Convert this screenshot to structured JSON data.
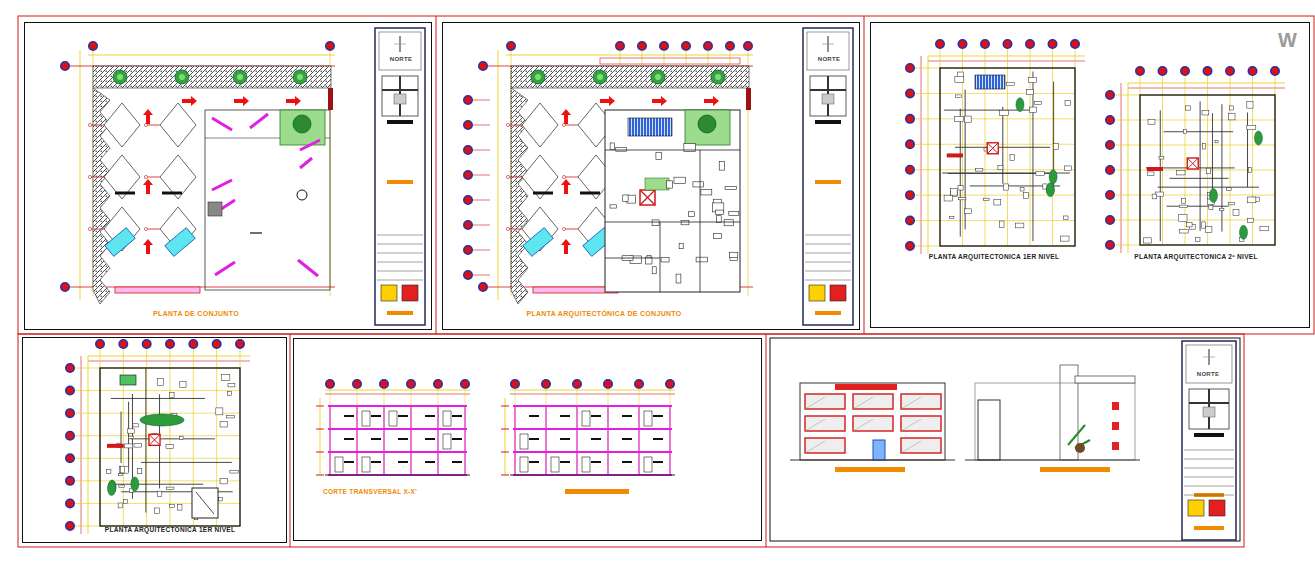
{
  "diagram": {
    "nodes": [
      {
        "text": [
          "PLANTA DE CONJUNTO"
        ]
      },
      {
        "text": [
          "NORTE"
        ],
        "in": 0
      },
      {
        "text": [
          "PLANTA ARQUITECTÓNICA DE CONJUNTO"
        ]
      },
      {
        "text": [
          "NORTE"
        ],
        "in": 2
      },
      {
        "text": [
          "PLANTA ARQUITECTONICA 1ER NIVEL",
          "PLANTA ARQUITECTONICA 2º NIVEL"
        ]
      },
      {
        "text": [
          "PLANTA ARQUITECTONICA 1ER NIVEL"
        ]
      },
      {
        "text": [
          "CORTE TRANSVERSAL X-X'"
        ]
      },
      {
        "text": [
          "NORTE"
        ]
      }
    ],
    "labels": [
      "W"
    ]
  }
}
